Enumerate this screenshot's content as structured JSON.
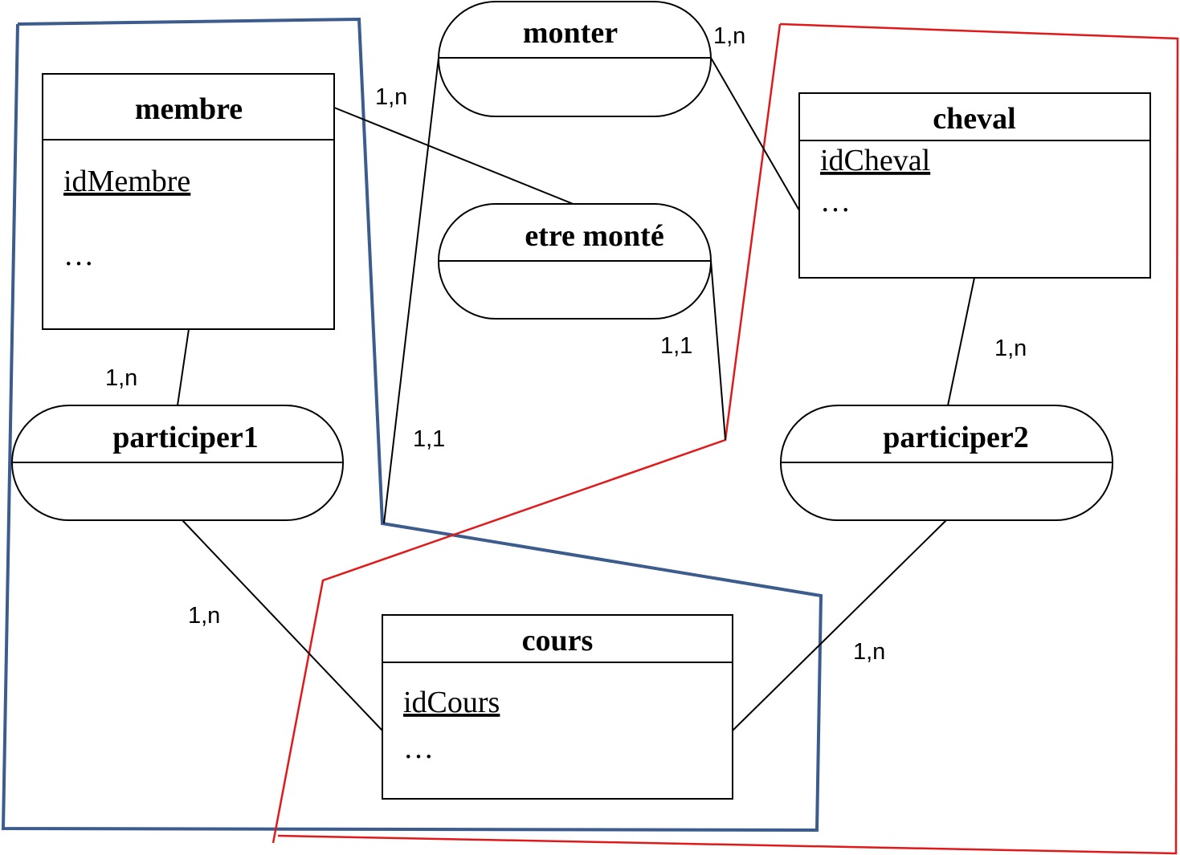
{
  "colors": {
    "line": "#000000",
    "blue_group": "#3b5c8c",
    "red_group": "#e0191b"
  },
  "entities": {
    "membre": {
      "name": "membre",
      "key": "idMembre",
      "more": "…"
    },
    "cheval": {
      "name": "cheval",
      "key": "idCheval",
      "more": "…"
    },
    "cours": {
      "name": "cours",
      "key": "idCours",
      "more": "…"
    }
  },
  "associations": {
    "monter": "monter",
    "etre_monte": "etre monté",
    "participer1": "participer1",
    "participer2": "participer2"
  },
  "cardinalities": {
    "monter_cheval": "1,n",
    "membre_etre_monte": "1,n",
    "etre_monte_cours": "1,1",
    "monter_cours": "1,1",
    "membre_participer1": "1,n",
    "participer1_cours": "1,n",
    "cheval_participer2": "1,n",
    "participer2_cours": "1,n"
  }
}
